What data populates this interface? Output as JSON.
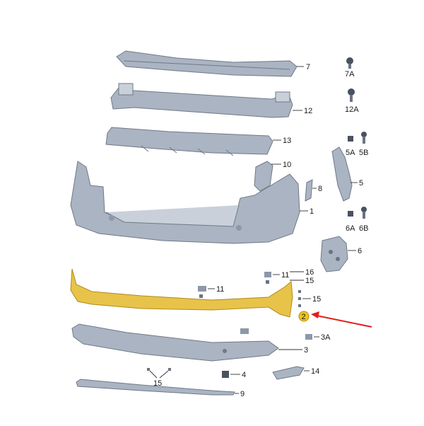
{
  "diagram": {
    "callouts": {
      "c1": "1",
      "c2": "2",
      "c3": "3",
      "c3a": "3A",
      "c4": "4",
      "c5": "5",
      "c5a": "5A",
      "c5b": "5B",
      "c6": "6",
      "c6a": "6A",
      "c6b": "6B",
      "c7": "7",
      "c7a": "7A",
      "c8": "8",
      "c9": "9",
      "c10": "10",
      "c11a": "11",
      "c11b": "11",
      "c12": "12",
      "c12a": "12A",
      "c13": "13",
      "c14": "14",
      "c15a": "15",
      "c15b": "15",
      "c15c": "15",
      "c16": "16"
    },
    "colors": {
      "highlight_part": "#e8c34a",
      "highlight_badge": "#f0c419",
      "arrow": "#e02020",
      "part_grey": "#aab4c2"
    }
  }
}
